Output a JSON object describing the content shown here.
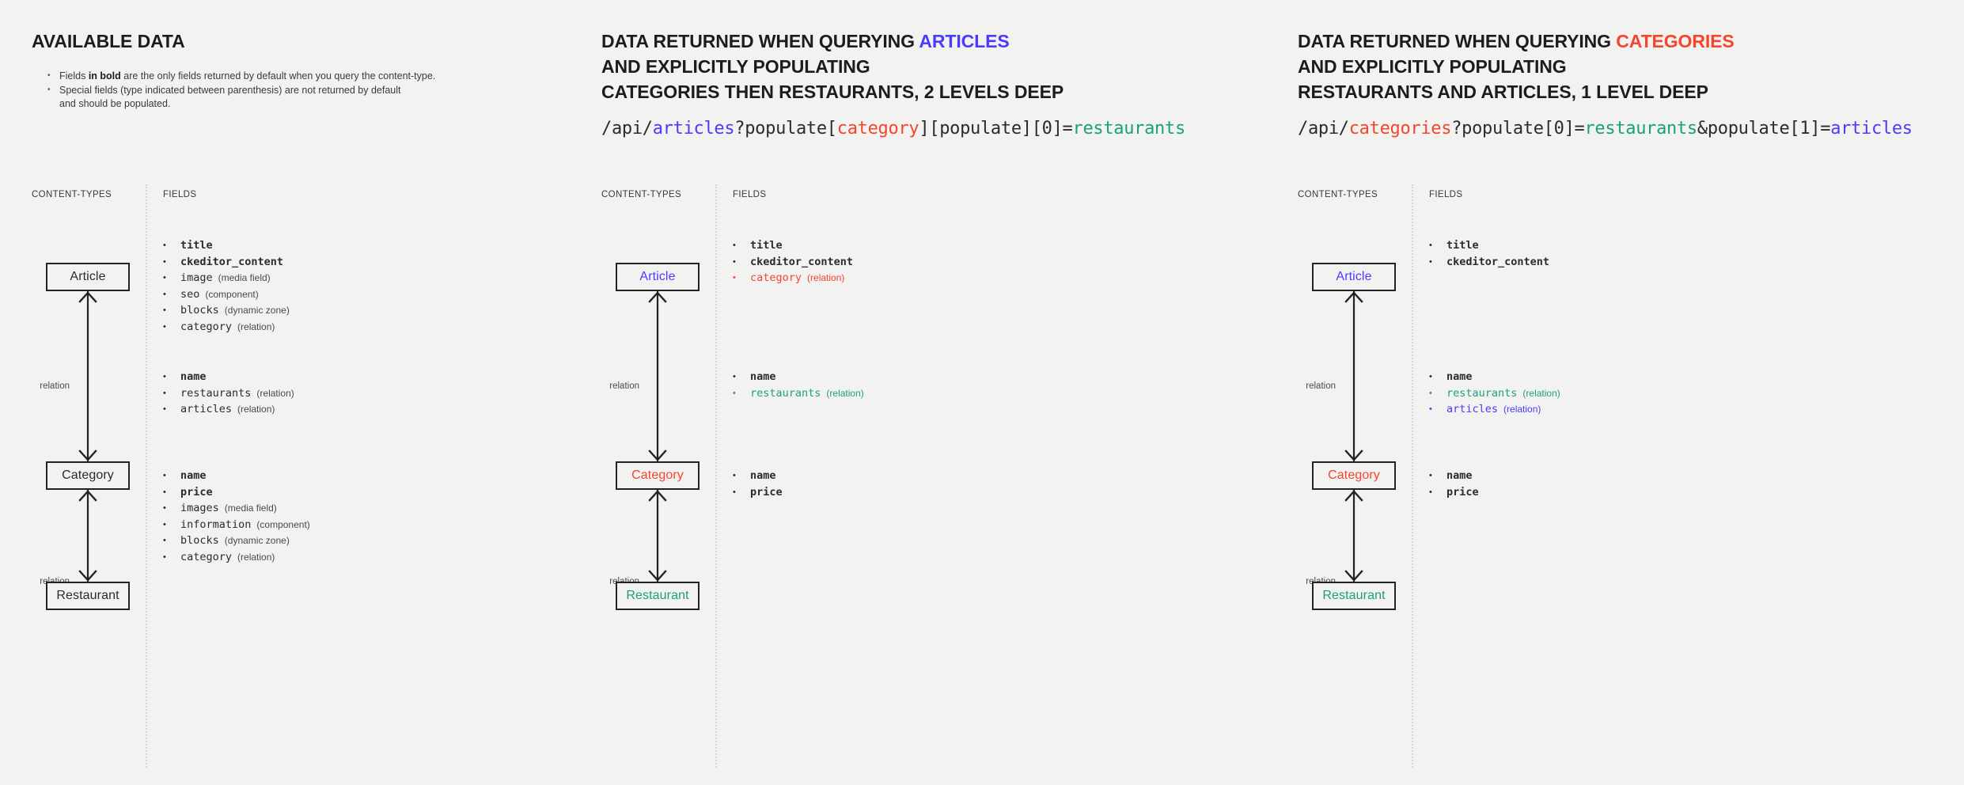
{
  "colors": {
    "background": "#f2f2f1",
    "articles_blue": "#4b3bfb",
    "categories_red": "#f5452c",
    "restaurants_green": "#1aa179",
    "text": "#2b2b2b",
    "divider": "#d5d5d3"
  },
  "labels": {
    "content_types": "CONTENT-TYPES",
    "fields": "FIELDS",
    "relation": "relation"
  },
  "panels": [
    {
      "heading": {
        "prefix": "AVAILABLE DATA",
        "accent": "",
        "accent_color": "",
        "lines": []
      },
      "intro": [
        {
          "pre": "Fields ",
          "bold": "in bold",
          "post": " are the only fields returned by default when you query the content-type."
        },
        {
          "pre": "Special fields (type indicated between parenthesis) are not returned by default",
          "bold": "",
          "post": ""
        },
        {
          "pre": "and should be populated.",
          "bold": "",
          "post": "",
          "continuation": true
        }
      ],
      "api_url": null,
      "nodes": [
        {
          "name": "Article",
          "color": ""
        },
        {
          "name": "Category",
          "color": ""
        },
        {
          "name": "Restaurant",
          "color": ""
        }
      ],
      "field_groups": [
        [
          {
            "name": "title",
            "type": "",
            "bold": true,
            "color": ""
          },
          {
            "name": "ckeditor_content",
            "type": "",
            "bold": true,
            "color": ""
          },
          {
            "name": "image",
            "type": "(media field)",
            "bold": false,
            "color": ""
          },
          {
            "name": "seo",
            "type": "(component)",
            "bold": false,
            "color": ""
          },
          {
            "name": "blocks",
            "type": "(dynamic zone)",
            "bold": false,
            "color": ""
          },
          {
            "name": "category",
            "type": "(relation)",
            "bold": false,
            "color": ""
          }
        ],
        [
          {
            "name": "name",
            "type": "",
            "bold": true,
            "color": ""
          },
          {
            "name": "restaurants",
            "type": "(relation)",
            "bold": false,
            "color": ""
          },
          {
            "name": "articles",
            "type": "(relation)",
            "bold": false,
            "color": ""
          }
        ],
        [
          {
            "name": "name",
            "type": "",
            "bold": true,
            "color": ""
          },
          {
            "name": "price",
            "type": "",
            "bold": true,
            "color": ""
          },
          {
            "name": "images",
            "type": "(media field)",
            "bold": false,
            "color": ""
          },
          {
            "name": "information",
            "type": "(component)",
            "bold": false,
            "color": ""
          },
          {
            "name": "blocks",
            "type": "(dynamic zone)",
            "bold": false,
            "color": ""
          },
          {
            "name": "category",
            "type": "(relation)",
            "bold": false,
            "color": ""
          }
        ]
      ]
    },
    {
      "heading": {
        "prefix": "DATA RETURNED WHEN QUERYING ",
        "accent": "ARTICLES",
        "accent_color": "articles",
        "lines": [
          "AND EXPLICITLY POPULATING",
          "CATEGORIES THEN RESTAURANTS, 2 LEVELS DEEP"
        ]
      },
      "intro": [],
      "api_url": [
        {
          "t": "/api/",
          "c": ""
        },
        {
          "t": "articles",
          "c": "blue"
        },
        {
          "t": "?populate[",
          "c": ""
        },
        {
          "t": "category",
          "c": "red"
        },
        {
          "t": "][populate][0]=",
          "c": ""
        },
        {
          "t": "restaurants",
          "c": "green"
        }
      ],
      "nodes": [
        {
          "name": "Article",
          "color": "blue"
        },
        {
          "name": "Category",
          "color": "red"
        },
        {
          "name": "Restaurant",
          "color": "green"
        }
      ],
      "field_groups": [
        [
          {
            "name": "title",
            "type": "",
            "bold": true,
            "color": ""
          },
          {
            "name": "ckeditor_content",
            "type": "",
            "bold": true,
            "color": ""
          },
          {
            "name": "category",
            "type": "(relation)",
            "bold": false,
            "color": "red"
          }
        ],
        [
          {
            "name": "name",
            "type": "",
            "bold": true,
            "color": ""
          },
          {
            "name": "restaurants",
            "type": "(relation)",
            "bold": false,
            "color": "green"
          }
        ],
        [
          {
            "name": "name",
            "type": "",
            "bold": true,
            "color": ""
          },
          {
            "name": "price",
            "type": "",
            "bold": true,
            "color": ""
          }
        ]
      ]
    },
    {
      "heading": {
        "prefix": "DATA RETURNED WHEN QUERYING ",
        "accent": "CATEGORIES",
        "accent_color": "categories",
        "lines": [
          "AND EXPLICITLY POPULATING",
          "RESTAURANTS AND ARTICLES, 1 LEVEL DEEP"
        ]
      },
      "intro": [],
      "api_url": [
        {
          "t": "/api/",
          "c": ""
        },
        {
          "t": "categories",
          "c": "red"
        },
        {
          "t": "?populate[0]=",
          "c": ""
        },
        {
          "t": "restaurants",
          "c": "green"
        },
        {
          "t": "&populate[1]=",
          "c": ""
        },
        {
          "t": "articles",
          "c": "blue"
        }
      ],
      "nodes": [
        {
          "name": "Article",
          "color": "blue"
        },
        {
          "name": "Category",
          "color": "red"
        },
        {
          "name": "Restaurant",
          "color": "green"
        }
      ],
      "field_groups": [
        [
          {
            "name": "title",
            "type": "",
            "bold": true,
            "color": ""
          },
          {
            "name": "ckeditor_content",
            "type": "",
            "bold": true,
            "color": ""
          }
        ],
        [
          {
            "name": "name",
            "type": "",
            "bold": true,
            "color": ""
          },
          {
            "name": "restaurants",
            "type": "(relation)",
            "bold": false,
            "color": "green"
          },
          {
            "name": "articles",
            "type": "(relation)",
            "bold": false,
            "color": "blue"
          }
        ],
        [
          {
            "name": "name",
            "type": "",
            "bold": true,
            "color": ""
          },
          {
            "name": "price",
            "type": "",
            "bold": true,
            "color": ""
          }
        ]
      ]
    }
  ]
}
